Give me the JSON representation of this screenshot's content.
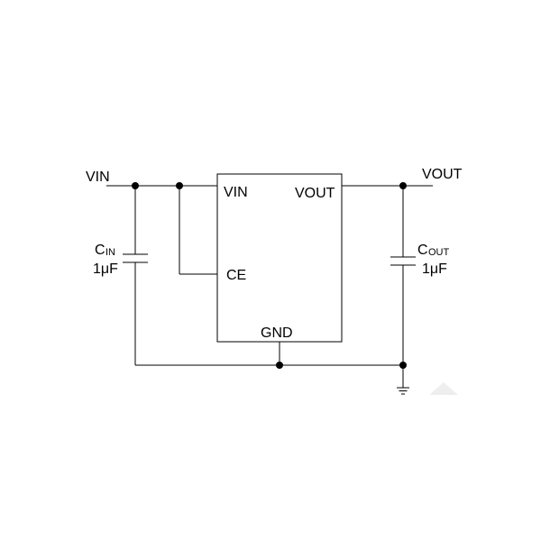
{
  "schematic": {
    "input_net_label": "VIN",
    "output_net_label": "VOUT",
    "ic": {
      "pin_vin": "VIN",
      "pin_vout": "VOUT",
      "pin_ce": "CE",
      "pin_gnd": "GND"
    },
    "cin": {
      "name": "C",
      "subscript": "IN",
      "value": "1μF"
    },
    "cout": {
      "name": "C",
      "subscript": "OUT",
      "value": "1μF"
    }
  }
}
